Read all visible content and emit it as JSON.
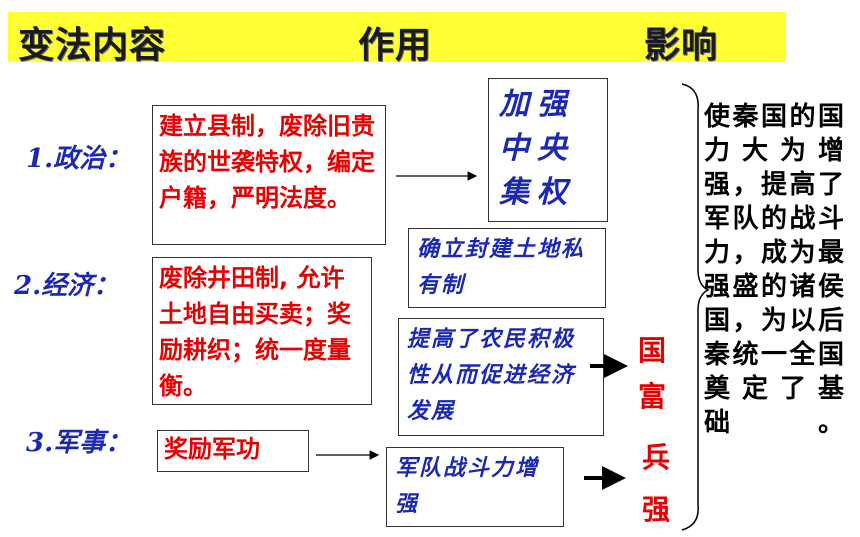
{
  "header": {
    "col1": "变法内容",
    "col2": "作用",
    "col3": "影响"
  },
  "labels": {
    "politics": "1.政治：",
    "economy": "2.经济：",
    "military": "3.军事："
  },
  "content": {
    "politics": "建立县制，废除旧贵族的世袭特权，编定户籍，严明法度。",
    "economy": "废除井田制, 允许土地自由买卖；奖励耕织；统一度量衡。",
    "military": "奖励军功"
  },
  "effects": {
    "central": "加强中央集权",
    "land": "确立封建土地私有制",
    "farmers": "提高了农民积极性从而促进经济发展",
    "army": "军队战斗力增强"
  },
  "results": {
    "rich": "国富",
    "strong": "兵强"
  },
  "influence": "使秦国的国力大为增强，提高了军队的战斗力，成为最强盛的诸侯国，为以后秦统一全国奠定了基础。"
}
